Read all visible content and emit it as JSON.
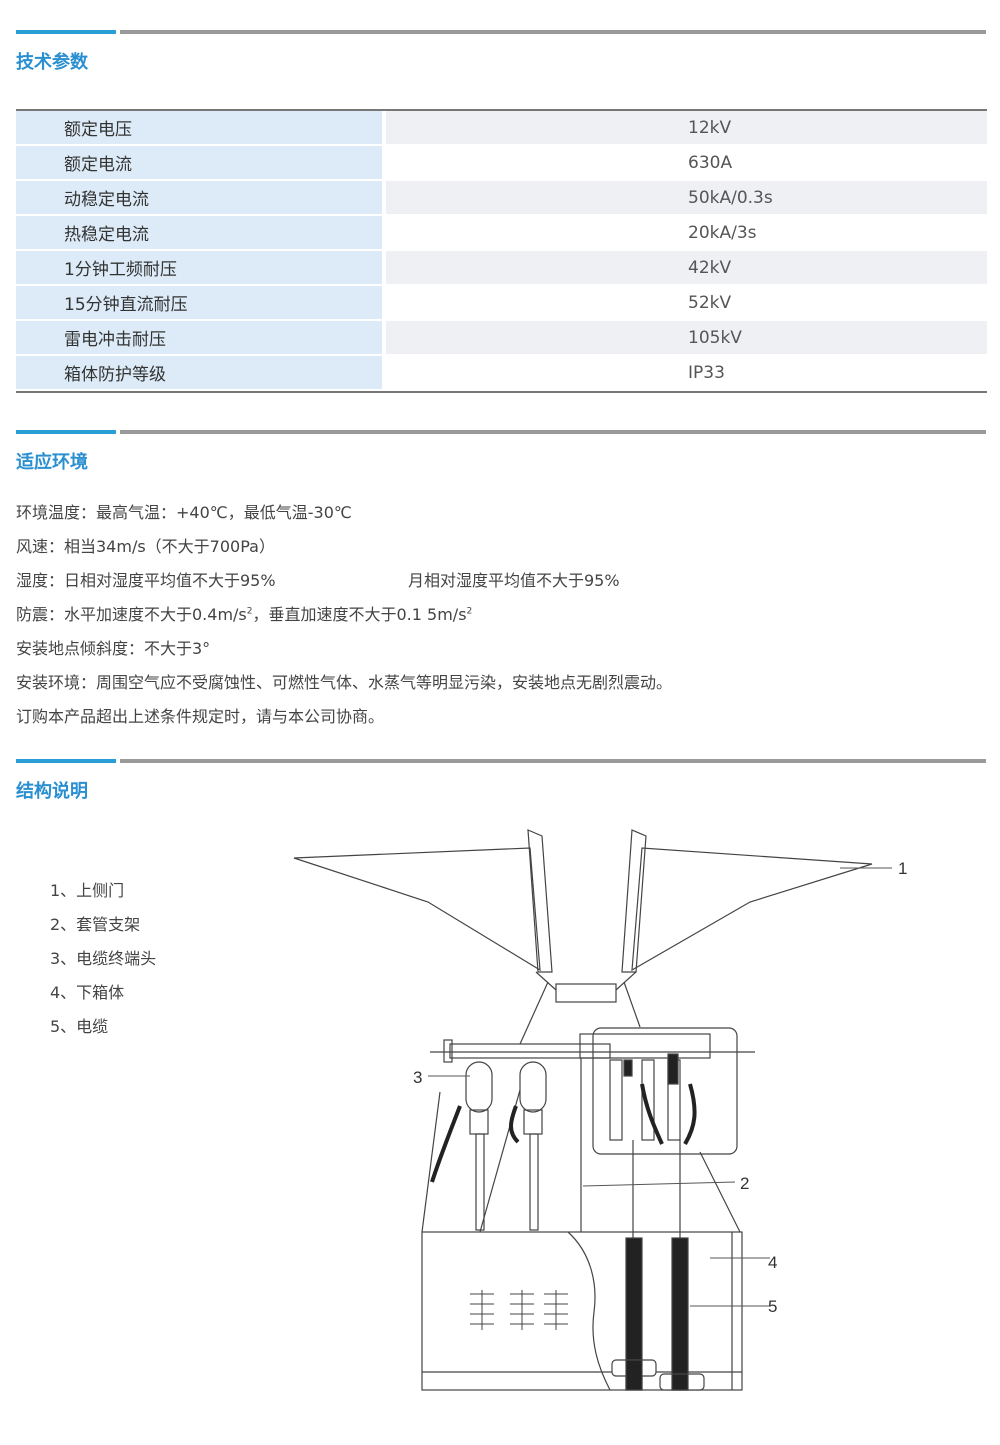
{
  "sections": {
    "params_title": "技术参数",
    "env_title": "适应环境",
    "struct_title": "结构说明"
  },
  "params": [
    {
      "name": "额定电压",
      "value": "12kV"
    },
    {
      "name": "额定电流",
      "value": "630A"
    },
    {
      "name": "动稳定电流",
      "value": "50kA/0.3s"
    },
    {
      "name": "热稳定电流",
      "value": "20kA/3s"
    },
    {
      "name": "1分钟工频耐压",
      "value": "42kV"
    },
    {
      "name": "15分钟直流耐压",
      "value": "52kV"
    },
    {
      "name": "雷电冲击耐压",
      "value": "105kV"
    },
    {
      "name": "箱体防护等级",
      "value": "IP33"
    }
  ],
  "env": {
    "temp": "环境温度：最高气温：+40℃，最低气温-30℃",
    "wind": "风速：相当34m/s（不大于700Pa）",
    "humidity_day": "湿度：日相对湿度平均值不大于95%",
    "humidity_month": "月相对湿度平均值不大于95%",
    "quake_a": "防震：水平加速度不大于0.4m/s",
    "quake_b": "，垂直加速度不大于0.1 5m/s",
    "quake_sup": "2",
    "tilt": "安装地点倾斜度：不大于3°",
    "install_env": "安装环境：周围空气应不受腐蚀性、可燃性气体、水蒸气等明显污染，安装地点无剧烈震动。",
    "order_note": "订购本产品超出上述条件规定时，请与本公司协商。"
  },
  "legend": [
    "1、上侧门",
    "2、套管支架",
    "3、电缆终端头",
    "4、下箱体",
    "5、电缆"
  ],
  "callouts": {
    "c1": "1",
    "c2": "2",
    "c3": "3",
    "c4": "4",
    "c5": "5"
  },
  "colors": {
    "accent": "#2a9fd6",
    "rule_gray": "#9a9a9a",
    "name_cell": "#dcebf7"
  }
}
